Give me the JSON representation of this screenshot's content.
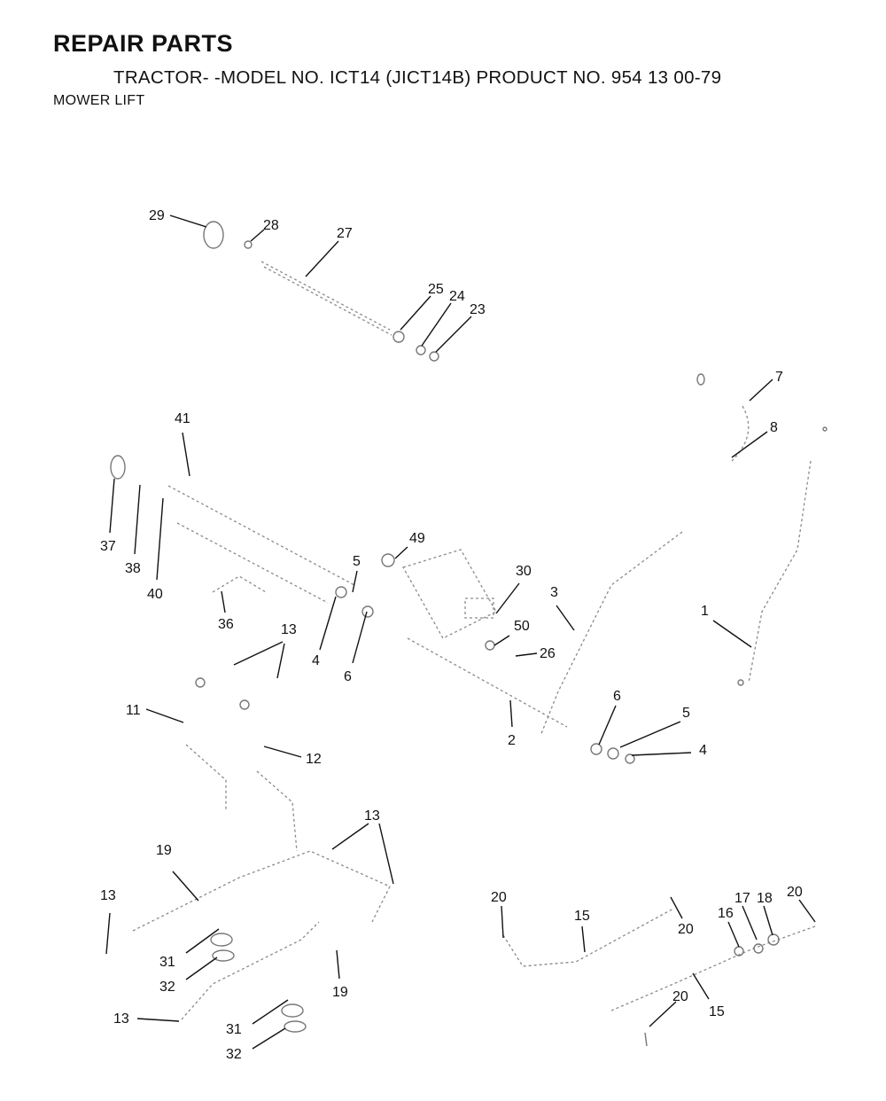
{
  "header": {
    "title": "REPAIR PARTS",
    "subtitle": "TRACTOR- -MODEL NO. ICT14 (JICT14B) PRODUCT NO. 954 13 00-79",
    "section": "MOWER LIFT"
  },
  "callouts": [
    "29",
    "28",
    "27",
    "25",
    "24",
    "23",
    "7",
    "8",
    "41",
    "37",
    "38",
    "40",
    "49",
    "5",
    "30",
    "3",
    "36",
    "4",
    "6",
    "50",
    "26",
    "1",
    "13",
    "11",
    "2",
    "6",
    "5",
    "12",
    "4",
    "13",
    "19",
    "13",
    "20",
    "15",
    "17",
    "18",
    "20",
    "16",
    "20",
    "31",
    "19",
    "32",
    "15",
    "20",
    "13",
    "31",
    "32"
  ]
}
